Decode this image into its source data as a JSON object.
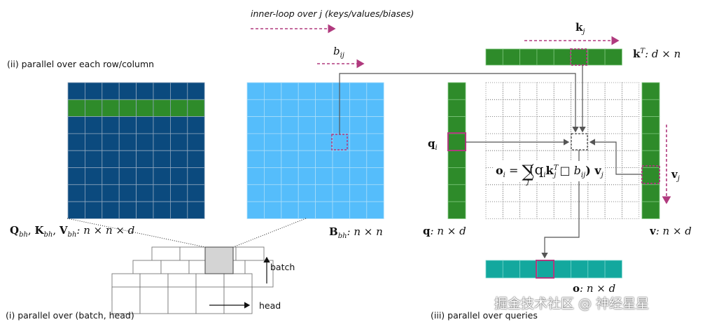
{
  "labels": {
    "inner_loop": "inner-loop over j (keys/values/biases)",
    "parallel_row_col": "(ii) parallel over each row/column",
    "parallel_batch_head": "(i) parallel over (batch, head)",
    "parallel_queries": "(iii) parallel over queries",
    "batch": "batch",
    "head": "head"
  },
  "math": {
    "b_ij_base": "b",
    "b_ij_sub": "ij",
    "qkv_Q": "Q",
    "qkv_K": "K",
    "qkv_V": "V",
    "qkv_sub": "bh",
    "qkv_dims": ": n × n × d",
    "B_base": "B",
    "B_sub": "bh",
    "B_dims": ": n × n",
    "k_j_base": "k",
    "k_j_sub": "j",
    "kT_base": "k",
    "kT_sup": "T",
    "kT_dims": ": d × n",
    "q_i_base": "q",
    "q_i_sub": "i",
    "q_dims_base": "q",
    "q_dims": ": n × d",
    "v_dims_base": "v",
    "v_dims": ": n × d",
    "v_j_base": "v",
    "v_j_sub": "j",
    "o_dims_base": "o",
    "o_dims": ": n × d",
    "formula_o": "o",
    "formula_i": "i",
    "formula_eq": " = ",
    "formula_sum": "∑",
    "formula_sum_sub": "j",
    "formula_body": "(q",
    "formula_body_i": "i",
    "formula_k": "k",
    "formula_k_sup": "T",
    "formula_k_sub": "j",
    "formula_op": " □ b",
    "formula_b_sub": "ij",
    "formula_close": ") v",
    "formula_v_sub": "j"
  },
  "watermark": "掘金技术社区 @ 神经星星",
  "colors": {
    "dark_blue": "#0b4a7e",
    "light_blue": "#55bdfb",
    "green": "#2e8b2a",
    "teal": "#13a89e",
    "magenta": "#b03a7e",
    "gray_cell": "#d4d4d4",
    "arrow_gray": "#555555"
  }
}
